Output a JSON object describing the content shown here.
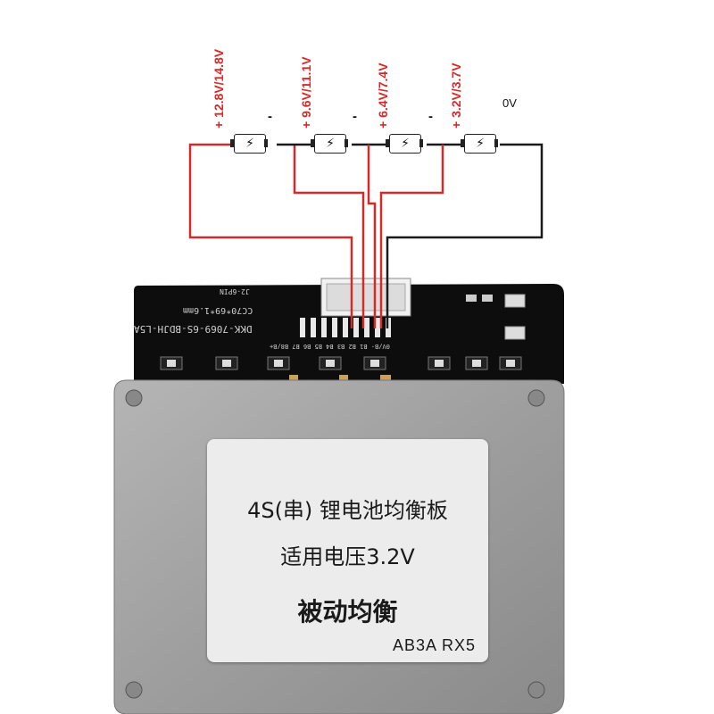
{
  "voltage_labels": [
    "+ 12.8V/14.8V",
    "+ 9.6V/11.1V",
    "+ 6.4V/7.4V",
    "+ 3.2V/3.7V"
  ],
  "zero_label": "0V",
  "minus_sign": "-",
  "cell_icon": "lightning-bolt-icon",
  "cell_glyph": "⚡",
  "pcb": {
    "model": "DKK-7069-6S-BDJH-L5A",
    "size": "CC70*69*1.6mm",
    "conn_label": "J2-6PIN",
    "pin_labels": "0V/B- B1 B2 B3 B4 B5 B6 B7 B8/B+"
  },
  "label": {
    "line1": "4S(串) 锂电池均衡板",
    "line2": "适用电压3.2V",
    "line3": "被动均衡",
    "code": "AB3A RX5"
  },
  "colors": {
    "red_wire": "#d42a2a",
    "black_wire": "#1a1a1a",
    "pcb": "#0d0d0d",
    "case": "#a9a9a9"
  }
}
